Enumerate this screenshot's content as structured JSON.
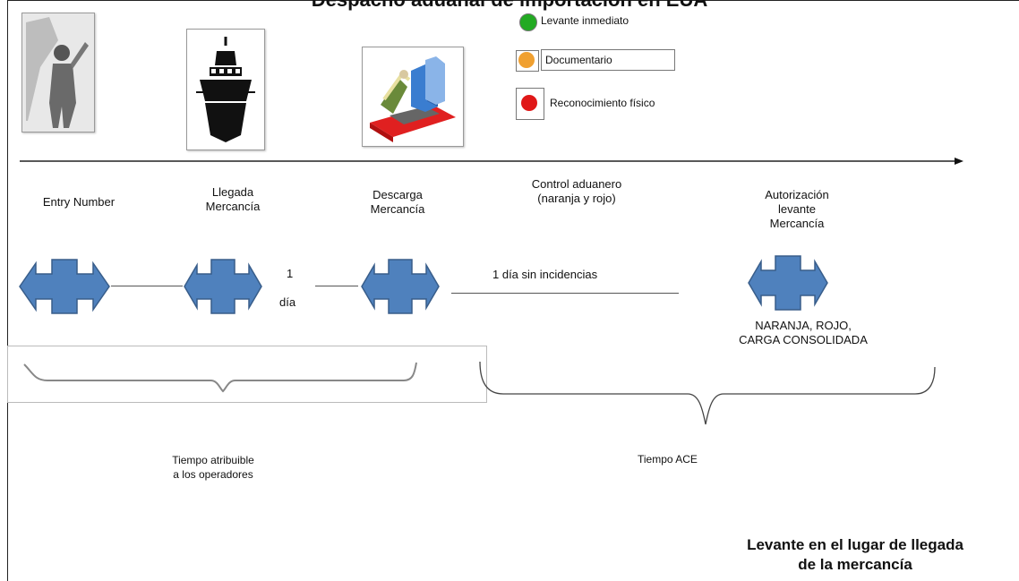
{
  "title": "Despacho aduanal de importación en EUA",
  "legend": {
    "items": [
      {
        "label": "Levante inmediato",
        "color": "#22aa22"
      },
      {
        "label": "Documentario",
        "color": "#f0a030"
      },
      {
        "label": "Reconocimiento físico",
        "color": "#e01818"
      }
    ]
  },
  "steps": [
    {
      "label": "Entry Number"
    },
    {
      "label": "Llegada Mercancía"
    },
    {
      "label": "Descarga Mercancía"
    },
    {
      "label": "Control aduanero (naranja y rojo)"
    },
    {
      "label": "Autorización levante Mercancía"
    }
  ],
  "step_labels": {
    "llegada_l1": "Llegada",
    "llegada_l2": "Mercancía",
    "descarga_l1": "Descarga",
    "descarga_l2": "Mercancía",
    "control_l1": "Control aduanero",
    "control_l2": "(naranja y rojo)",
    "aut_l1": "Autorización",
    "aut_l2": "levante",
    "aut_l3": "Mercancía"
  },
  "durations": {
    "one": "1",
    "dia": "día",
    "sin_incidencias": "1 día sin incidencias"
  },
  "note_release": {
    "line1": "NARANJA, ROJO,",
    "line2": "CARGA CONSOLIDADA"
  },
  "periods": {
    "operators_l1": "Tiempo atribuible",
    "operators_l2": "a los operadores",
    "ace": "Tiempo ACE"
  },
  "footer": {
    "line1": "Levante en el lugar de llegada",
    "line2": "de la mercancía"
  },
  "colors": {
    "arrow_fill": "#4f81bd",
    "arrow_stroke": "#385d8a"
  }
}
